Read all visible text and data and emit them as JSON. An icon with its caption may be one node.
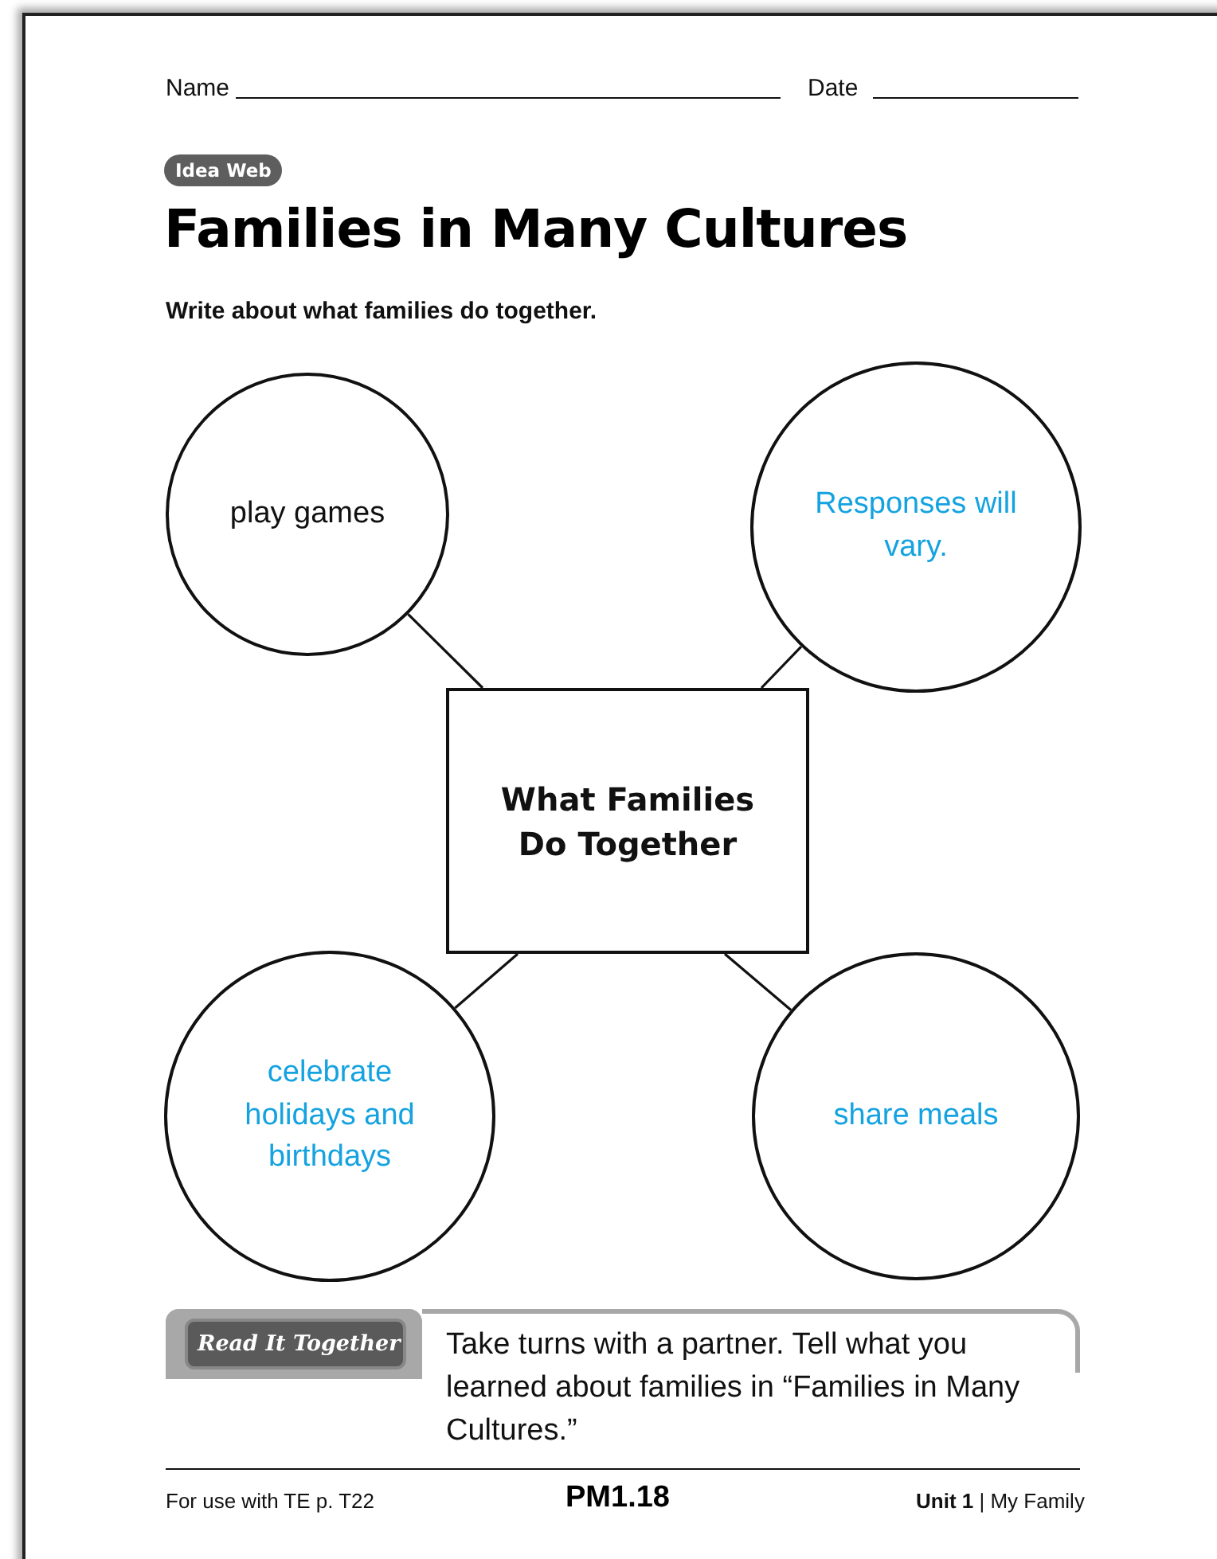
{
  "diagram": {
    "title": "Families in Many Cultures",
    "nodes": [
      {
        "text": [
          "play games"
        ]
      },
      {
        "text": [
          "Responses will vary."
        ]
      },
      {
        "text": [
          "What Families Do Together"
        ]
      },
      {
        "text": [
          "celebrate holidays and birthdays"
        ]
      },
      {
        "text": [
          "share meals"
        ]
      }
    ],
    "edges": [
      {
        "from": 2,
        "to": 0,
        "arrow": "none"
      },
      {
        "from": 2,
        "to": 1,
        "arrow": "none"
      },
      {
        "from": 2,
        "to": 3,
        "arrow": "none"
      },
      {
        "from": 2,
        "to": 4,
        "arrow": "none"
      }
    ],
    "labels": [
      "Name",
      "Date",
      "Idea Web",
      "Write about what families do together.",
      "Read It Together",
      "Take turns with a partner. Tell what you learned about families in “Families in Many Cultures.”",
      "For use with TE p. T22",
      "PM1.18",
      "**Unit 1** | My Family"
    ]
  }
}
